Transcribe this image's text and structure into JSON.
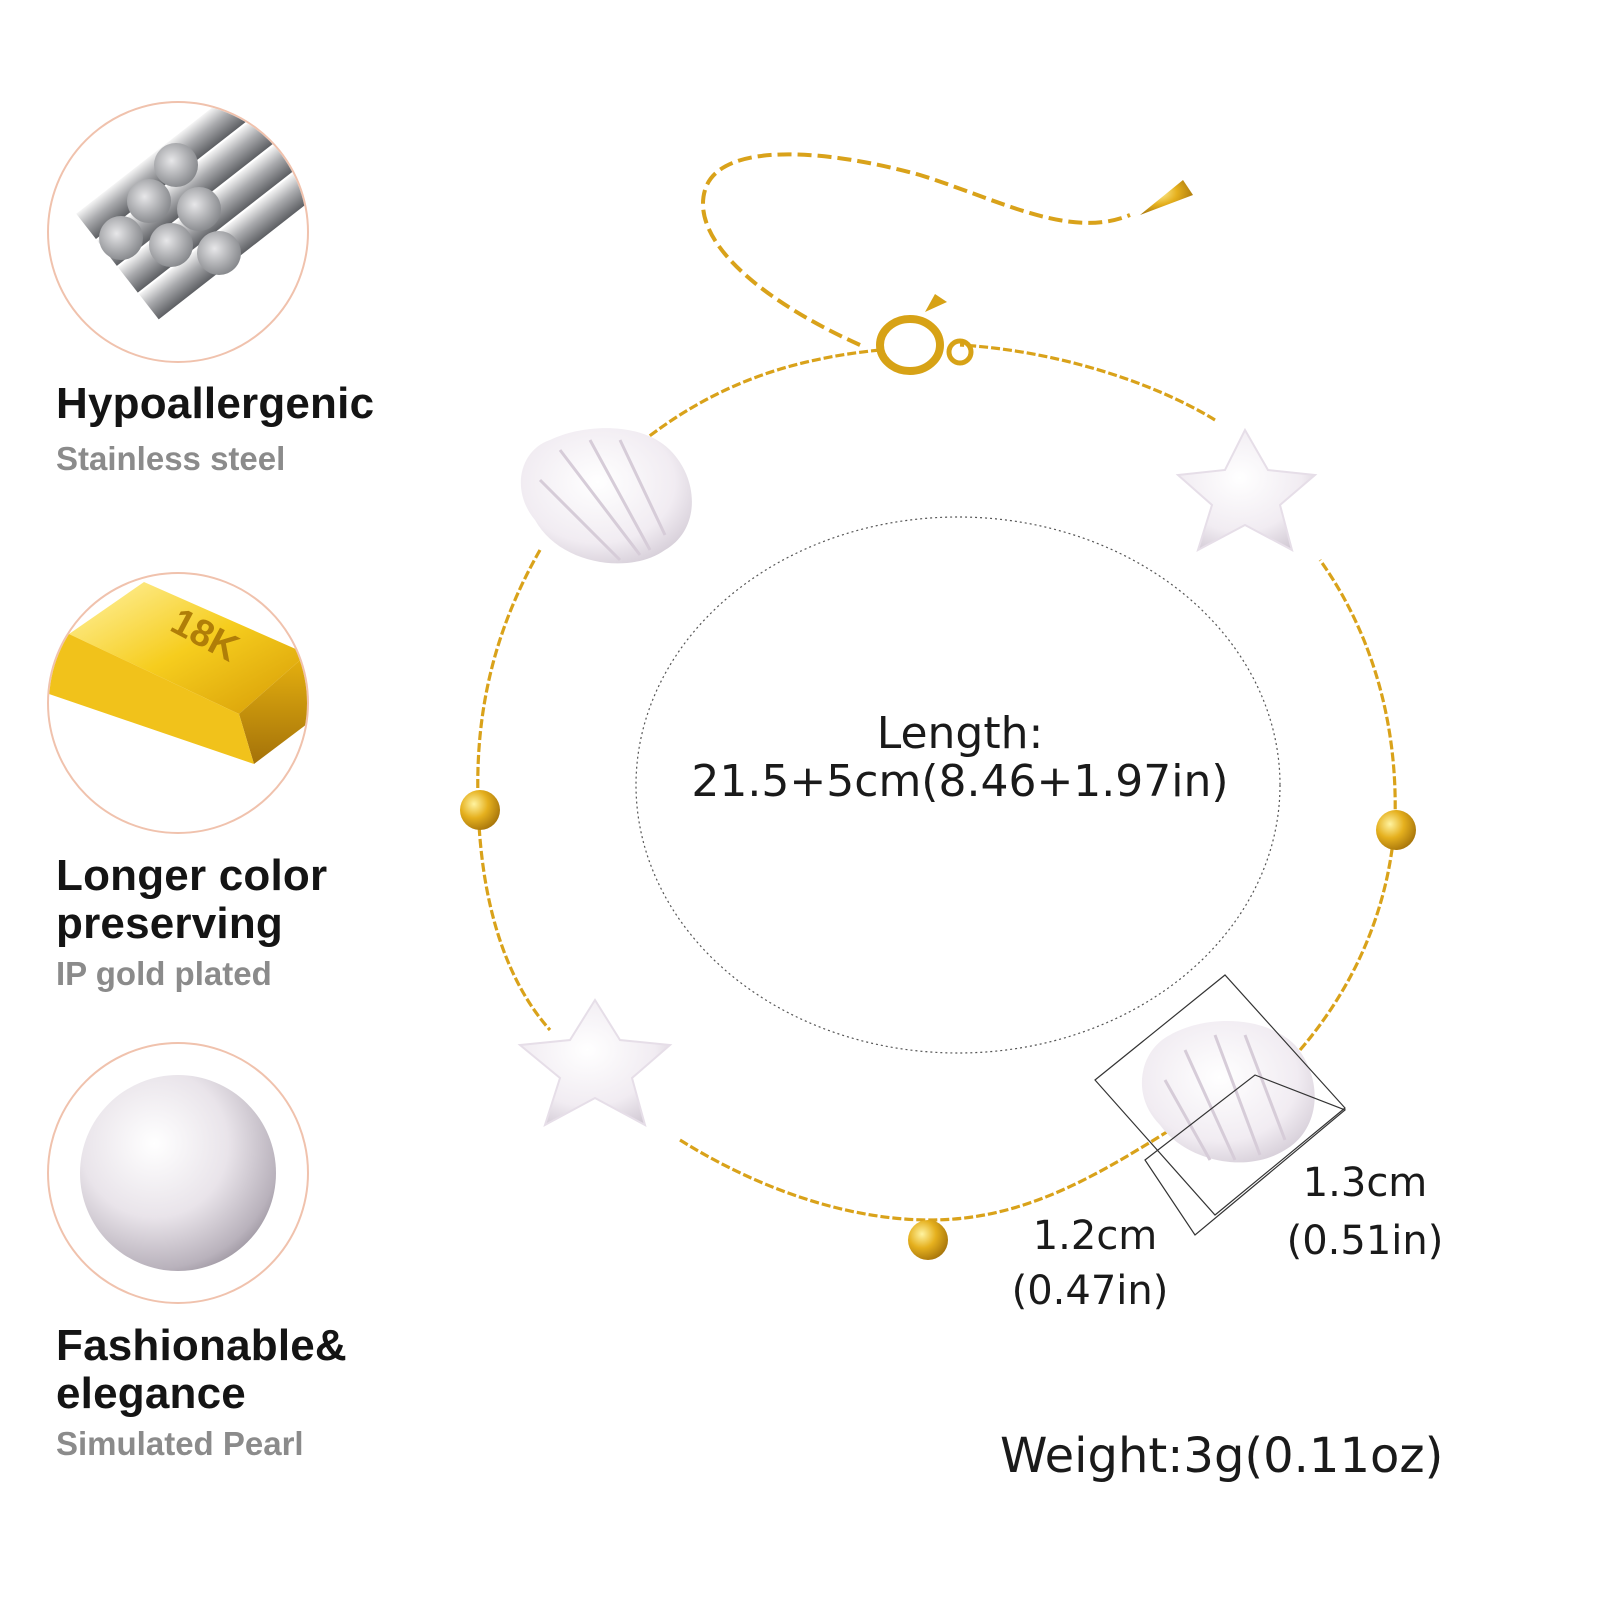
{
  "features": [
    {
      "title": "Hypoallergenic",
      "subtitle": "Stainless steel",
      "icon": "steel-rods-icon"
    },
    {
      "title": "Longer color preserving",
      "title_lines": [
        "Longer color",
        "preserving"
      ],
      "subtitle": "IP gold plated",
      "icon": "gold-bar-icon",
      "icon_text": "18K"
    },
    {
      "title": "Fashionable& elegance",
      "title_lines": [
        "Fashionable&",
        "elegance"
      ],
      "subtitle": "Simulated Pearl",
      "icon": "pearl-icon"
    }
  ],
  "specs": {
    "length_label": "Length:",
    "length_value": "21.5+5cm(8.46+1.97in)",
    "width_cm": "1.3cm",
    "width_in": "(0.51in)",
    "height_cm": "1.2cm",
    "height_in": "(0.47in)",
    "weight": "Weight:3g(0.11oz)"
  },
  "colors": {
    "gold": "#e2ac1c",
    "gold_dark": "#b5820e",
    "circle_border": "#f0c2ad",
    "pearl": "#f6f2f6",
    "title_text": "#141414",
    "subtitle_text": "#8b8b8b"
  }
}
